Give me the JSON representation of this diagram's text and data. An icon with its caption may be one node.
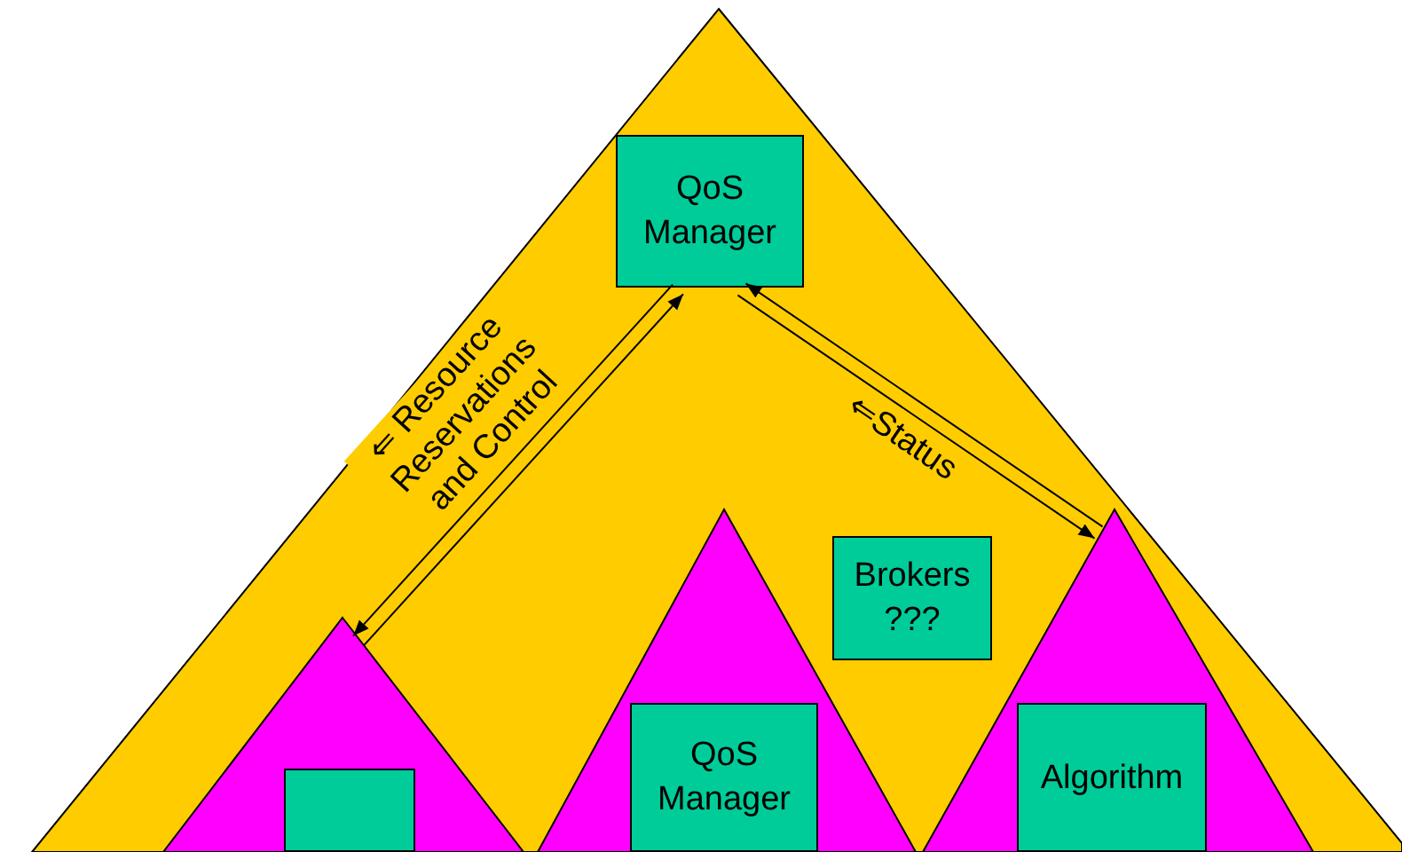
{
  "diagram": {
    "nodes": [
      {
        "text": [],
        "shape": "triangle"
      },
      {
        "text": [
          "QoS Manager"
        ],
        "in": 0
      },
      {
        "text": [],
        "shape": "triangle",
        "in": 0
      },
      {
        "text": [],
        "shape": "box",
        "in": 2
      },
      {
        "text": [],
        "shape": "triangle",
        "in": 0
      },
      {
        "text": [
          "QoS Manager"
        ],
        "in": 4
      },
      {
        "text": [
          "Brokers ???"
        ],
        "in": 0
      },
      {
        "text": [],
        "shape": "triangle",
        "in": 0
      },
      {
        "text": [
          "Algorithm"
        ],
        "in": 7
      }
    ],
    "edges": [
      {
        "from": 2,
        "to": 1,
        "arrow": "to",
        "label": "⇐ Resource Reservations and Control"
      },
      {
        "from": 1,
        "to": 2,
        "arrow": "to"
      },
      {
        "from": 7,
        "to": 1,
        "arrow": "to",
        "label": "⇐Status"
      },
      {
        "from": 1,
        "to": 7,
        "arrow": "to"
      }
    ]
  }
}
